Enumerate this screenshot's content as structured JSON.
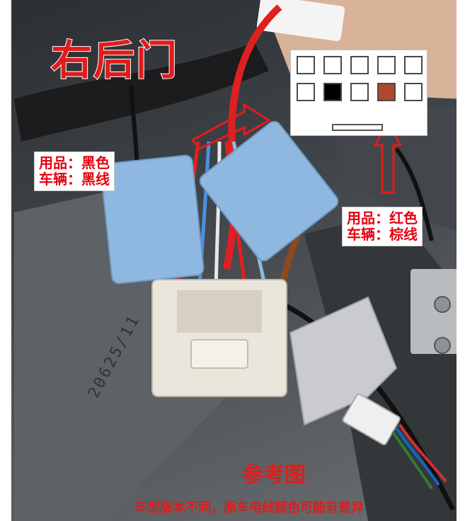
{
  "title": "右后门",
  "label_black": {
    "line1": "用品：黑色",
    "line2": "车辆：黑线"
  },
  "label_red": {
    "line1": "用品：红色",
    "line2": "车辆：棕线"
  },
  "connector_pins": {
    "top_row": [
      "empty",
      "empty",
      "empty",
      "empty",
      "empty"
    ],
    "bottom_row": [
      "empty",
      "black",
      "empty",
      "brown",
      "empty"
    ]
  },
  "caption_main": "参考图",
  "caption_note": "车型版本不同，原车电线颜色可能有差异",
  "stamp_text": "20625/11",
  "colors": {
    "title": "#e11c1c",
    "label_text": "#e60012",
    "pin_black": "#000000",
    "pin_brown": "#b1482c",
    "wire_red": "#e02020",
    "wire_brown": "#8a4a1c",
    "connector_blue": "#8fb8e0"
  }
}
